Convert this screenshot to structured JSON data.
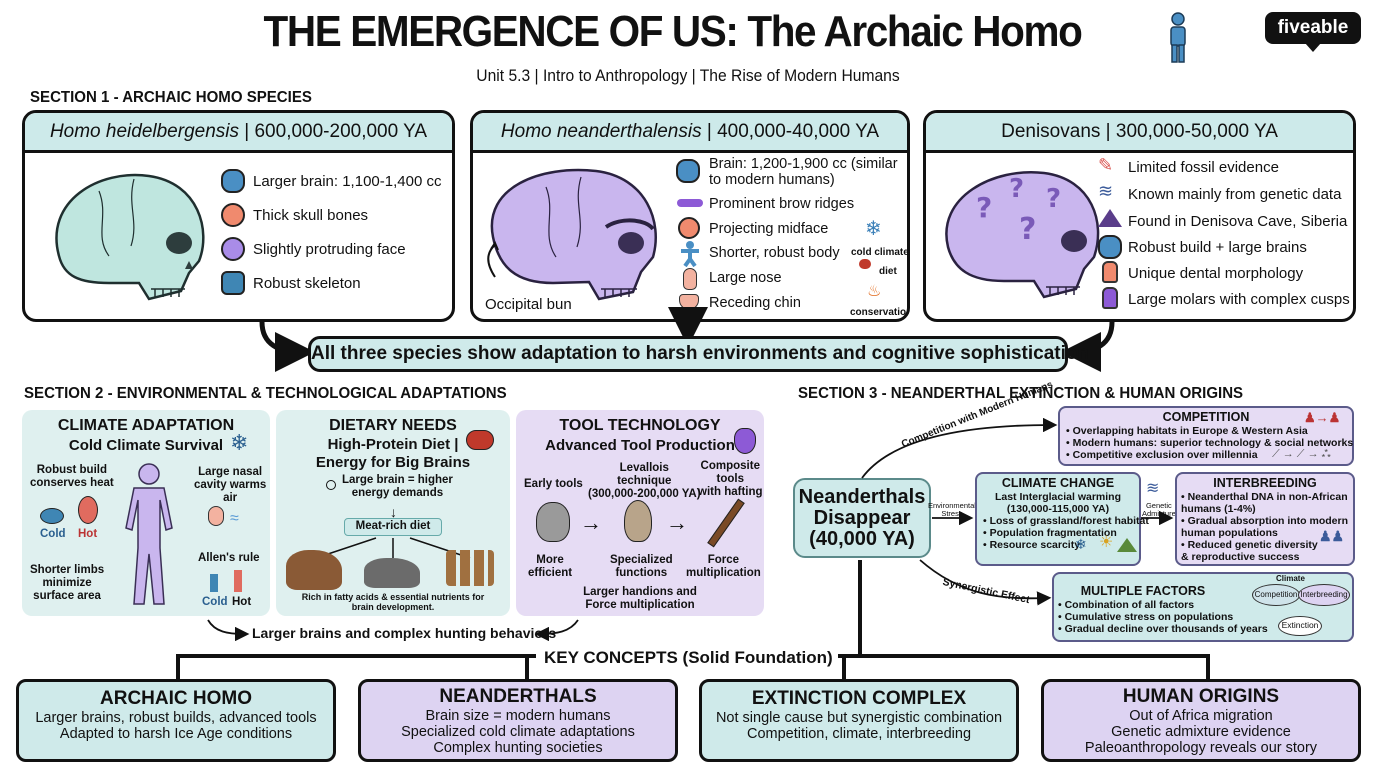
{
  "header": {
    "title": "THE EMERGENCE OF US: The Archaic Homo",
    "subtitle": "Unit 5.3 | Intro to Anthropology | The Rise of Modern Humans",
    "brand": "fiveable"
  },
  "section1": {
    "heading": "SECTION 1 - ARCHAIC HOMO SPECIES",
    "species": [
      {
        "name_italic": "Homo heidelbergensis",
        "dates": " | 600,000-200,000 YA",
        "traits": [
          "Larger brain: 1,100-1,400 cc",
          "Thick skull bones",
          "Slightly protruding face",
          "Robust skeleton"
        ]
      },
      {
        "name_italic": "Homo neanderthalensis",
        "dates": " | 400,000-40,000 YA",
        "traits": [
          "Brain: 1,200-1,900 cc (similar",
          "to modern humans)",
          "Prominent brow ridges",
          "Projecting midface",
          "Shorter, robust body",
          "Large nose",
          "Receding chin"
        ],
        "skull_label": "Occipital bun",
        "side_labels": [
          "cold climate",
          "diet",
          "conservation"
        ]
      },
      {
        "name": "Denisovans",
        "dates": " | 300,000-50,000 YA",
        "traits": [
          "Limited fossil evidence",
          "Known mainly from genetic data",
          "Found in Denisova Cave, Siberia",
          "Robust build + large brains",
          "Unique dental morphology",
          "Large molars with complex cusps"
        ]
      }
    ],
    "summary": "All three species show adaptation to harsh environments and cognitive sophistication"
  },
  "section2": {
    "heading": "SECTION 2 - ENVIRONMENTAL & TECHNOLOGICAL ADAPTATIONS",
    "climate": {
      "title": "CLIMATE ADAPTATION",
      "subtitle": "Cold Climate Survival",
      "robust": [
        "Robust build",
        "conserves heat"
      ],
      "nasal": [
        "Large nasal",
        "cavity warms",
        "air"
      ],
      "cold": "Cold",
      "hot": "Hot",
      "limbs": [
        "Shorter limbs",
        "minimize",
        "surface area"
      ],
      "allen": "Allen's rule",
      "cold2": "Cold",
      "hot2": "Hot"
    },
    "diet": {
      "title": "DIETARY NEEDS",
      "subtitle1": "High-Protein Diet |",
      "subtitle2": "Energy for Big Brains",
      "brain": [
        "Large brain = higher",
        "energy demands"
      ],
      "meat": "Meat-rich diet",
      "nutrients": [
        "Rich in fatty acids & essential nutrients for",
        "brain development."
      ]
    },
    "tools": {
      "title": "TOOL TECHNOLOGY",
      "subtitle": "Advanced Tool Production",
      "early": "Early tools",
      "levallois": [
        "Levallois",
        "technique",
        "(300,000-200,000 YA)"
      ],
      "composite": [
        "Composite",
        "tools",
        "with hafting"
      ],
      "more": [
        "More",
        "efficient"
      ],
      "specialized": [
        "Specialized",
        "functions"
      ],
      "force": [
        "Force",
        "multiplication"
      ],
      "bottom": [
        "Larger handions and",
        "Force multiplication"
      ]
    },
    "summary": "Larger brains and complex hunting behaviors"
  },
  "section3": {
    "heading": "SECTION 3 - NEANDERTHAL EXTINCTION & HUMAN ORIGINS",
    "center": [
      "Neanderthals",
      "Disappear",
      "(40,000 YA)"
    ],
    "arrow_competition": "Competition with Modern Humans",
    "arrow_env": [
      "Environmental",
      "Stress"
    ],
    "arrow_gene": [
      "Genetic",
      "Admixture"
    ],
    "arrow_syn": "Synergistic Effect",
    "competition": {
      "title": "COMPETITION",
      "bullets": [
        "• Overlapping habitats in Europe & Western Asia",
        "• Modern humans: superior technology & social networks",
        "• Competitive exclusion over millennia"
      ]
    },
    "climate": {
      "title": "CLIMATE CHANGE",
      "bullets": [
        "Last Interglacial warming",
        "(130,000-115,000 YA)",
        "• Loss of grassland/forest habitat",
        "• Population fragmentation",
        "• Resource scarcity"
      ]
    },
    "interbreeding": {
      "title": "INTERBREEDING",
      "bullets": [
        "• Neanderthal DNA in non-African",
        "  humans (1-4%)",
        "• Gradual absorption into modern",
        "  human populations",
        "• Reduced genetic diversity",
        "  & reproductive success"
      ]
    },
    "multiple": {
      "title": "MULTIPLE FACTORS",
      "bullets": [
        "• Combination of all factors",
        "• Cumulative stress on populations",
        "• Gradual decline over thousands of years"
      ],
      "venn": [
        "Climate",
        "Competition",
        "Interbreeding",
        "Extinction"
      ]
    }
  },
  "key_concepts": {
    "heading": "KEY CONCEPTS (Solid Foundation)",
    "cards": [
      {
        "title": "ARCHAIC HOMO",
        "lines": [
          "Larger brains, robust builds, advanced tools",
          "Adapted to harsh Ice Age conditions"
        ]
      },
      {
        "title": "NEANDERTHALS",
        "lines": [
          "Brain size = modern humans",
          "Specialized cold climate adaptations",
          "Complex hunting societies"
        ]
      },
      {
        "title": "EXTINCTION COMPLEX",
        "lines": [
          "Not single cause but synergistic combination",
          "Competition, climate, interbreeding"
        ]
      },
      {
        "title": "HUMAN ORIGINS",
        "lines": [
          "Out of Africa migration",
          "Genetic admixture evidence",
          "Paleoanthropology reveals our story"
        ]
      }
    ]
  },
  "colors": {
    "teal": "#cdeaea",
    "lavender": "#ddd3f2",
    "skull_teal": "#bfe6df",
    "skull_purple": "#c9b6ee"
  }
}
